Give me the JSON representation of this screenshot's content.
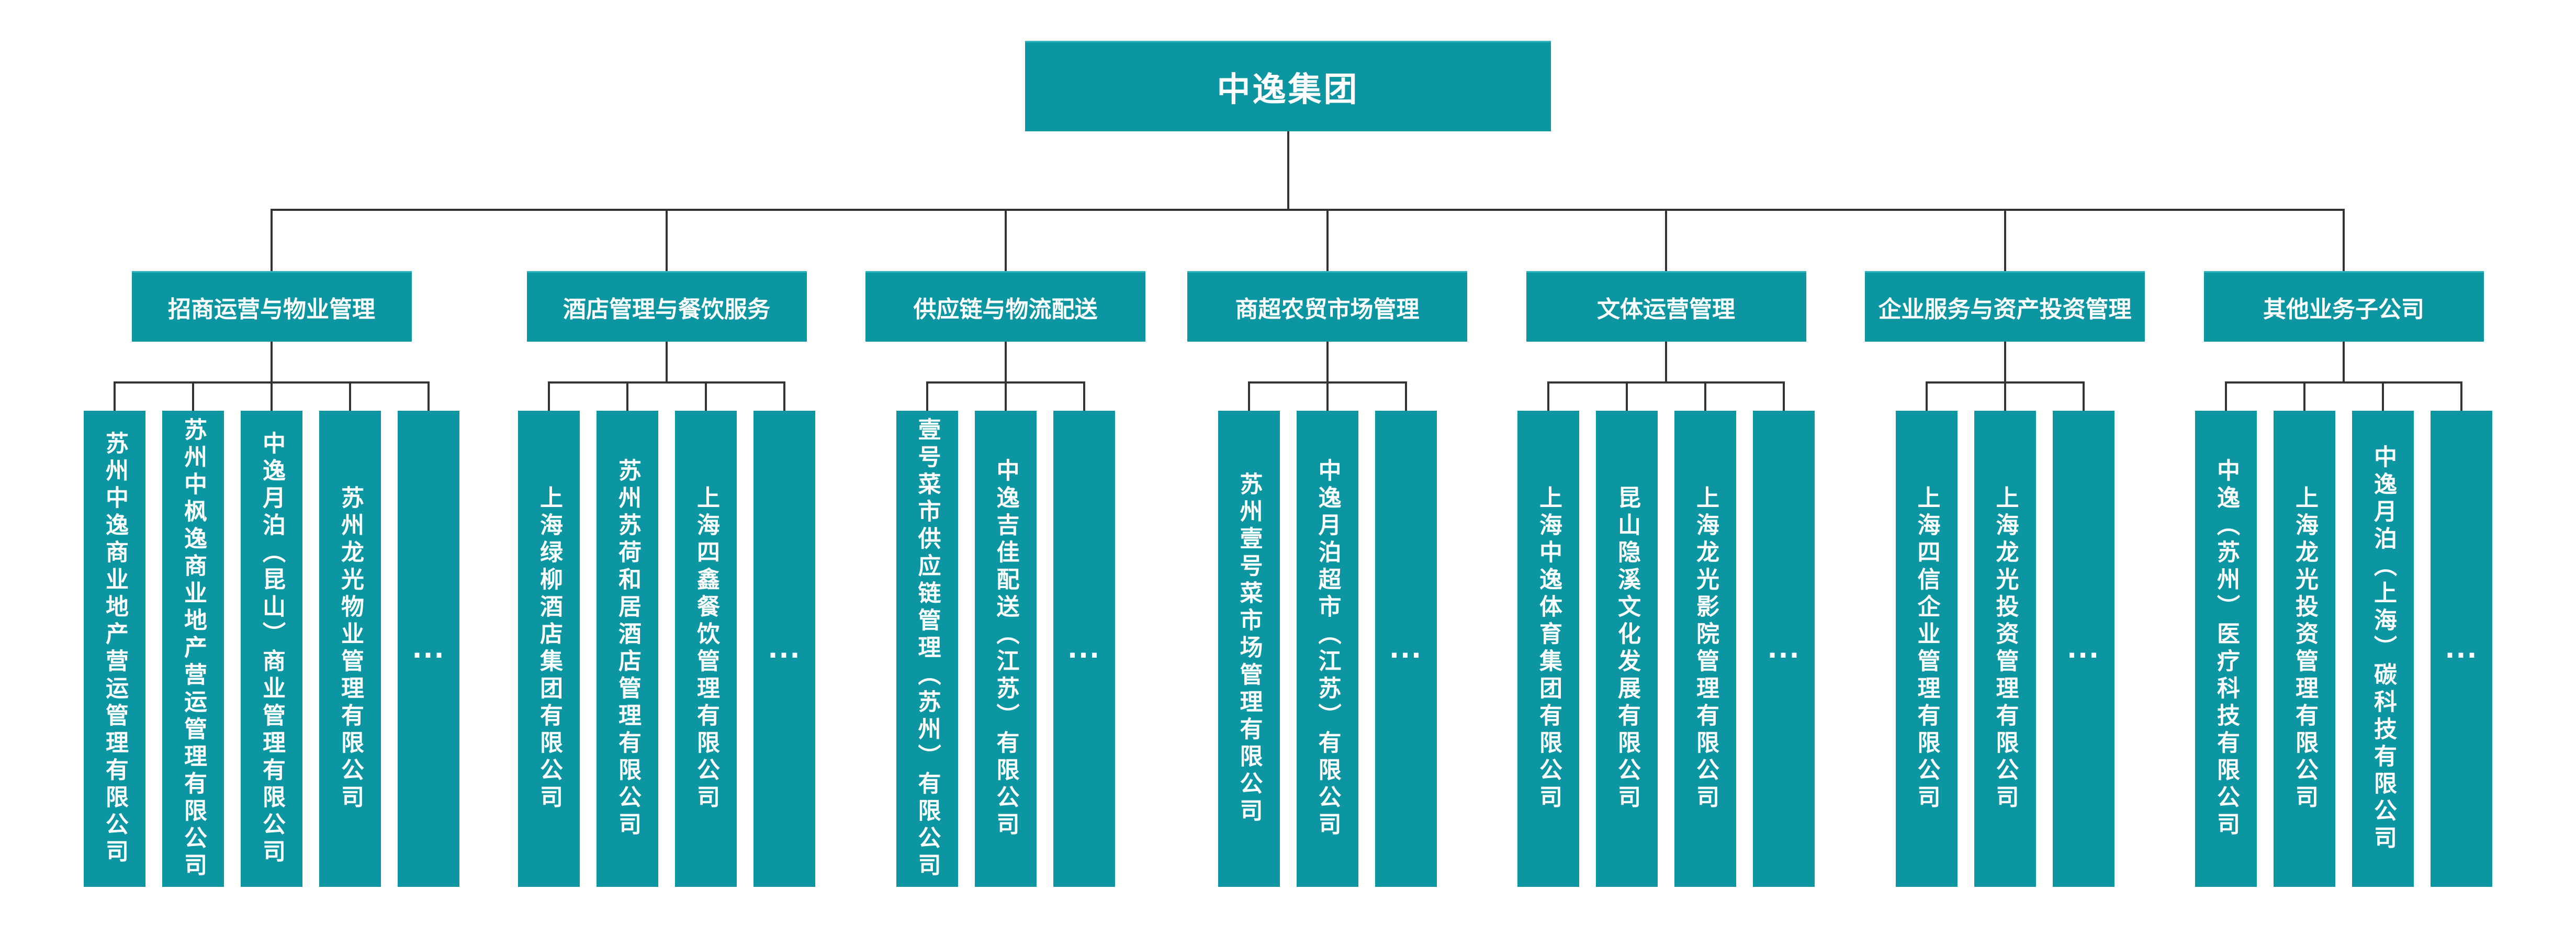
{
  "root": {
    "label": "中逸集团"
  },
  "colors": {
    "node_fill": "#0C96A2",
    "node_text": "#FFFFFF",
    "connector": "#333333",
    "background": "#FFFFFF"
  },
  "ellipsis_symbol": "...",
  "groups": [
    {
      "label": "招商运营与物业管理",
      "children": [
        "苏州中逸商业地产营运管理有限公司",
        "苏州中枫逸商业地产营运管理有限公司",
        "中逸月泊（昆山）商业管理有限公司",
        "苏州龙光物业管理有限公司",
        "..."
      ]
    },
    {
      "label": "酒店管理与餐饮服务",
      "children": [
        "上海绿柳酒店集团有限公司",
        "苏州苏荷和居酒店管理有限公司",
        "上海四鑫餐饮管理有限公司",
        "..."
      ]
    },
    {
      "label": "供应链与物流配送",
      "children": [
        "壹号菜市供应链管理（苏州）有限公司",
        "中逸吉佳配送（江苏）有限公司",
        "..."
      ]
    },
    {
      "label": "商超农贸市场管理",
      "children": [
        "苏州壹号菜市场管理有限公司",
        "中逸月泊超市（江苏）有限公司",
        "..."
      ]
    },
    {
      "label": "文体运营管理",
      "children": [
        "上海中逸体育集团有限公司",
        "昆山隐溪文化发展有限公司",
        "上海龙光影院管理有限公司",
        "..."
      ]
    },
    {
      "label": "企业服务与资产投资管理",
      "children": [
        "上海四信企业管理有限公司",
        "上海龙光投资管理有限公司",
        "..."
      ]
    },
    {
      "label": "其他业务子公司",
      "children": [
        "中逸（苏州）医疗科技有限公司",
        "上海龙光投资管理有限公司",
        "中逸月泊（上海）碳科技有限公司",
        "..."
      ]
    }
  ]
}
